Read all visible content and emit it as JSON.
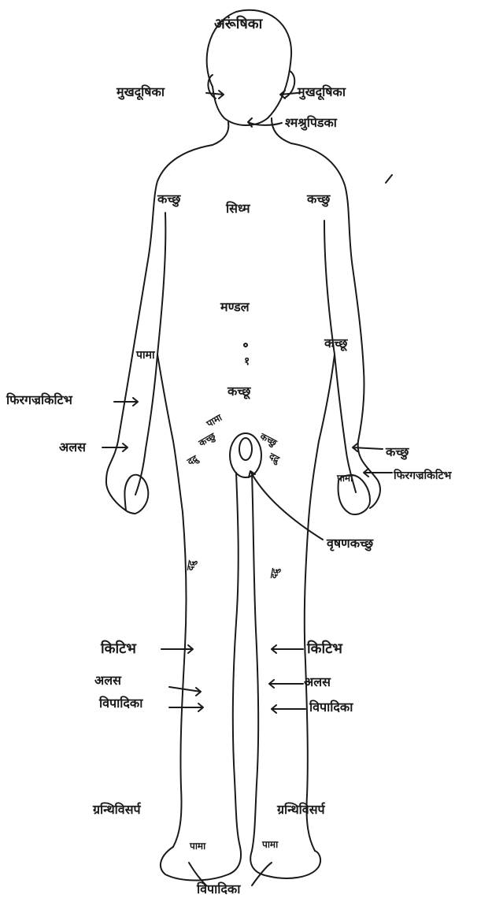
{
  "labels": {
    "head_top": "अरूंषिका",
    "face_left": "मुखदूषिका",
    "face_right": "मुखदूषिका",
    "chin": "श्मश्रुपिडका",
    "shoulder_left": "कच्छु",
    "shoulder_right": "कच्छु",
    "chest": "सिध्म",
    "abdomen": "मण्डल",
    "navel_mark": "१",
    "lower_abdomen": "कच्छू",
    "arm_left": "पामा",
    "arm_right": "कच्छू",
    "forearm_left": "फिरगज्रकिटिभ",
    "wrist_left": "अलस",
    "wrist_right": "कच्छु",
    "palm_right": "पामा",
    "hand_right": "फिरगज्रकिटिभ",
    "groin_left_1": "पामा",
    "groin_left_2": "कच्छु",
    "groin_left_3": "दद्रु",
    "groin_right_1": "कच्छु",
    "groin_right_2": "दद्रु",
    "scrotum": "वृषणकच्छु",
    "thigh_left": "दद्रु",
    "thigh_right": "दद्रु",
    "shin_left": "किटिभ",
    "shin_right": "किटिभ",
    "calf_left_1": "अलस",
    "calf_left_2": "विपादिका",
    "calf_right_1": "अलस",
    "calf_right_2": "विपादिका",
    "ankle_left": "ग्रन्थिविसर्प",
    "ankle_right": "ग्रन्थिविसर्प",
    "foot_left": "पामा",
    "foot_right": "पामा",
    "feet_bottom": "विपादिका"
  },
  "colors": {
    "ink": "#1a1a1a",
    "paper": "#ffffff"
  }
}
